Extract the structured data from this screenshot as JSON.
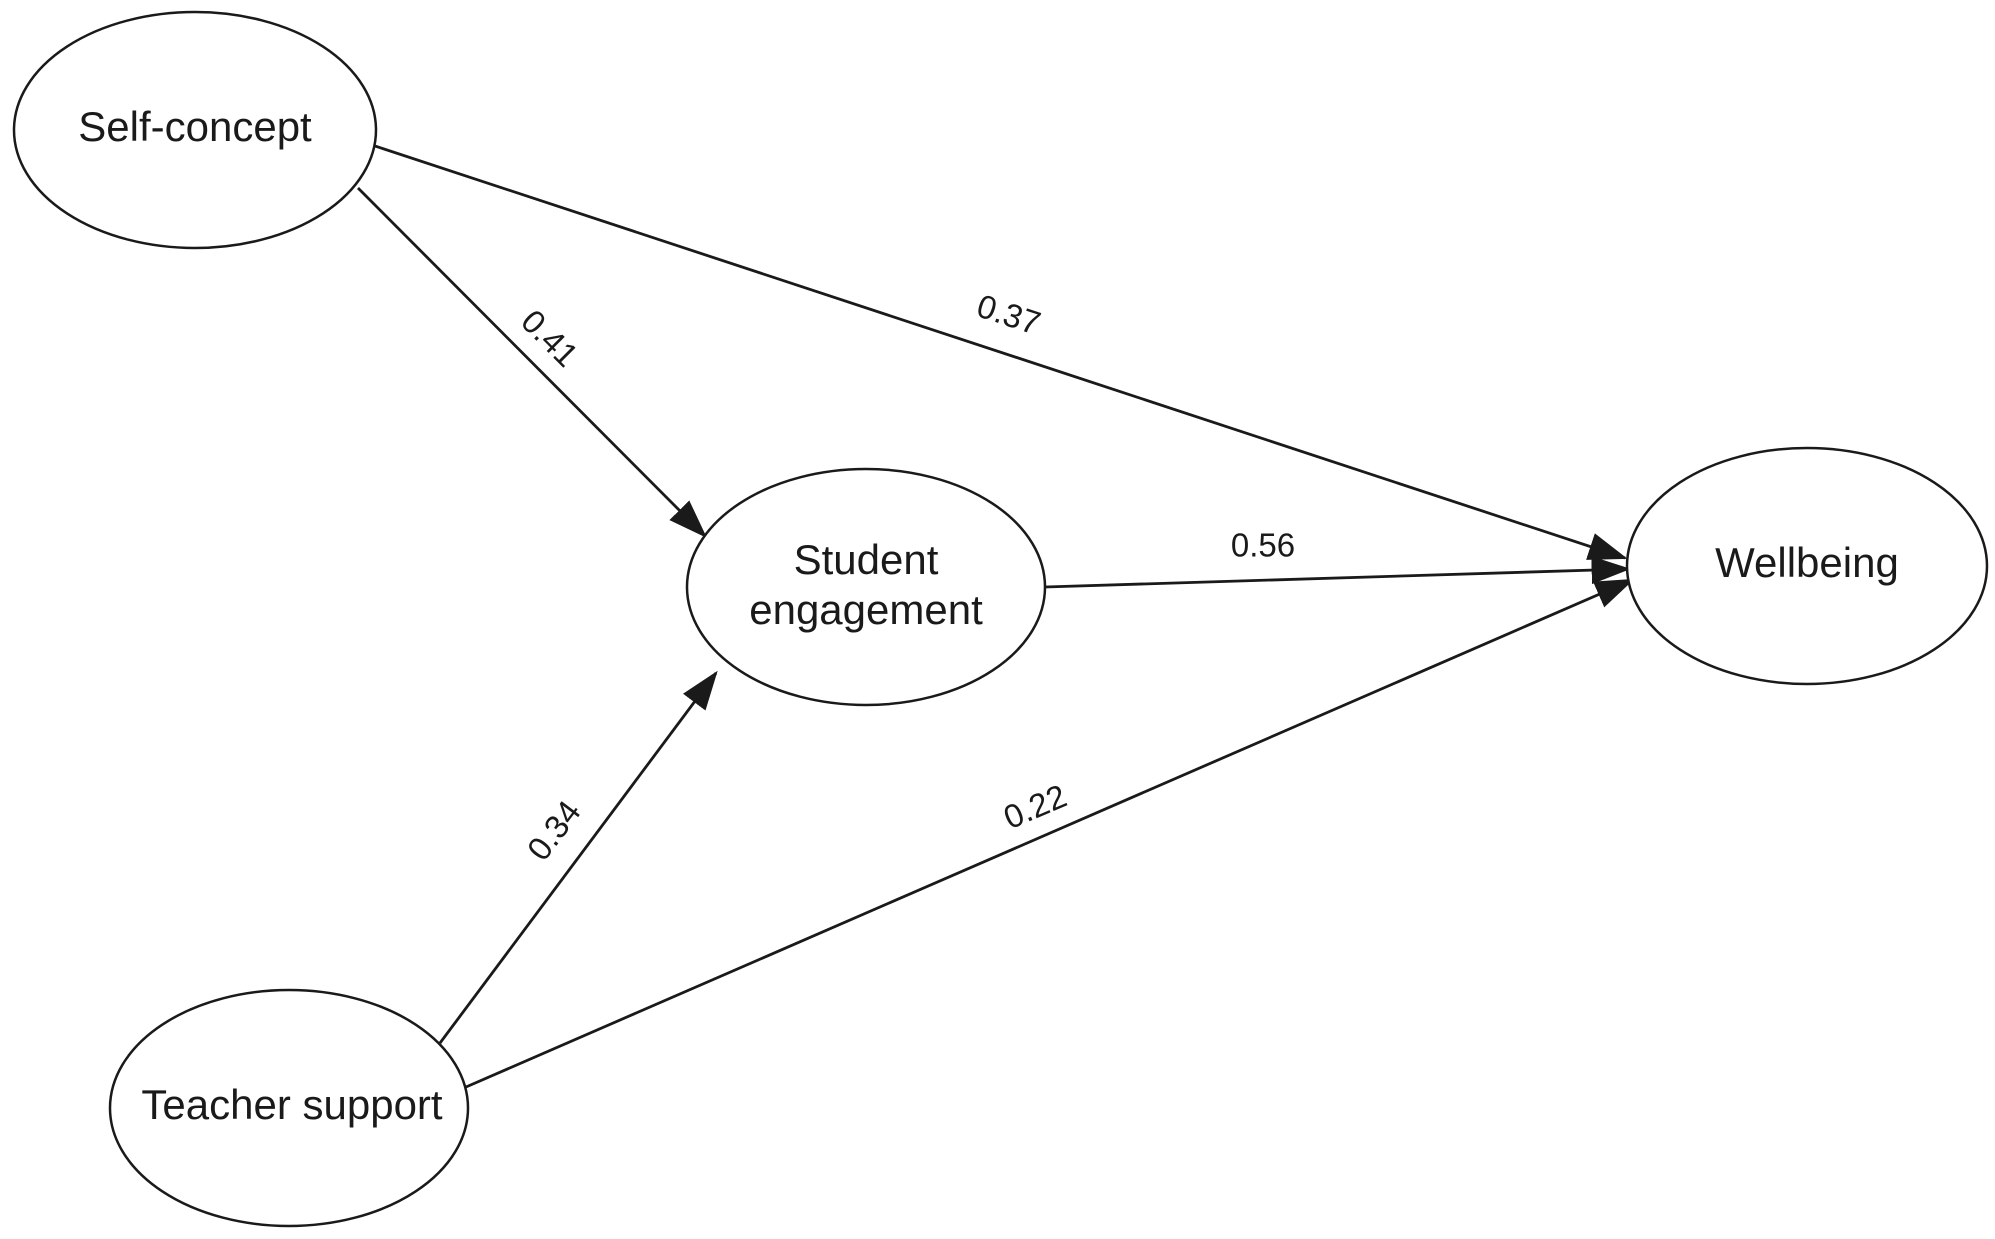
{
  "diagram": {
    "type": "path-diagram",
    "nodes": [
      {
        "id": "self_concept",
        "label_lines": [
          "Self-concept"
        ]
      },
      {
        "id": "student_engagement",
        "label_lines": [
          "Student",
          "engagement"
        ]
      },
      {
        "id": "wellbeing",
        "label_lines": [
          "Wellbeing"
        ]
      },
      {
        "id": "teacher_support",
        "label_lines": [
          "Teacher support"
        ]
      }
    ],
    "edges": [
      {
        "id": "sc_to_se",
        "from": "self_concept",
        "to": "student_engagement",
        "label": "0.41"
      },
      {
        "id": "sc_to_wb",
        "from": "self_concept",
        "to": "wellbeing",
        "label": "0.37"
      },
      {
        "id": "se_to_wb",
        "from": "student_engagement",
        "to": "wellbeing",
        "label": "0.56"
      },
      {
        "id": "ts_to_se",
        "from": "teacher_support",
        "to": "student_engagement",
        "label": "0.34"
      },
      {
        "id": "ts_to_wb",
        "from": "teacher_support",
        "to": "wellbeing",
        "label": "0.22"
      }
    ],
    "colors": {
      "stroke": "#1a1a1a",
      "fill": "#ffffff",
      "background": "#ffffff"
    }
  }
}
